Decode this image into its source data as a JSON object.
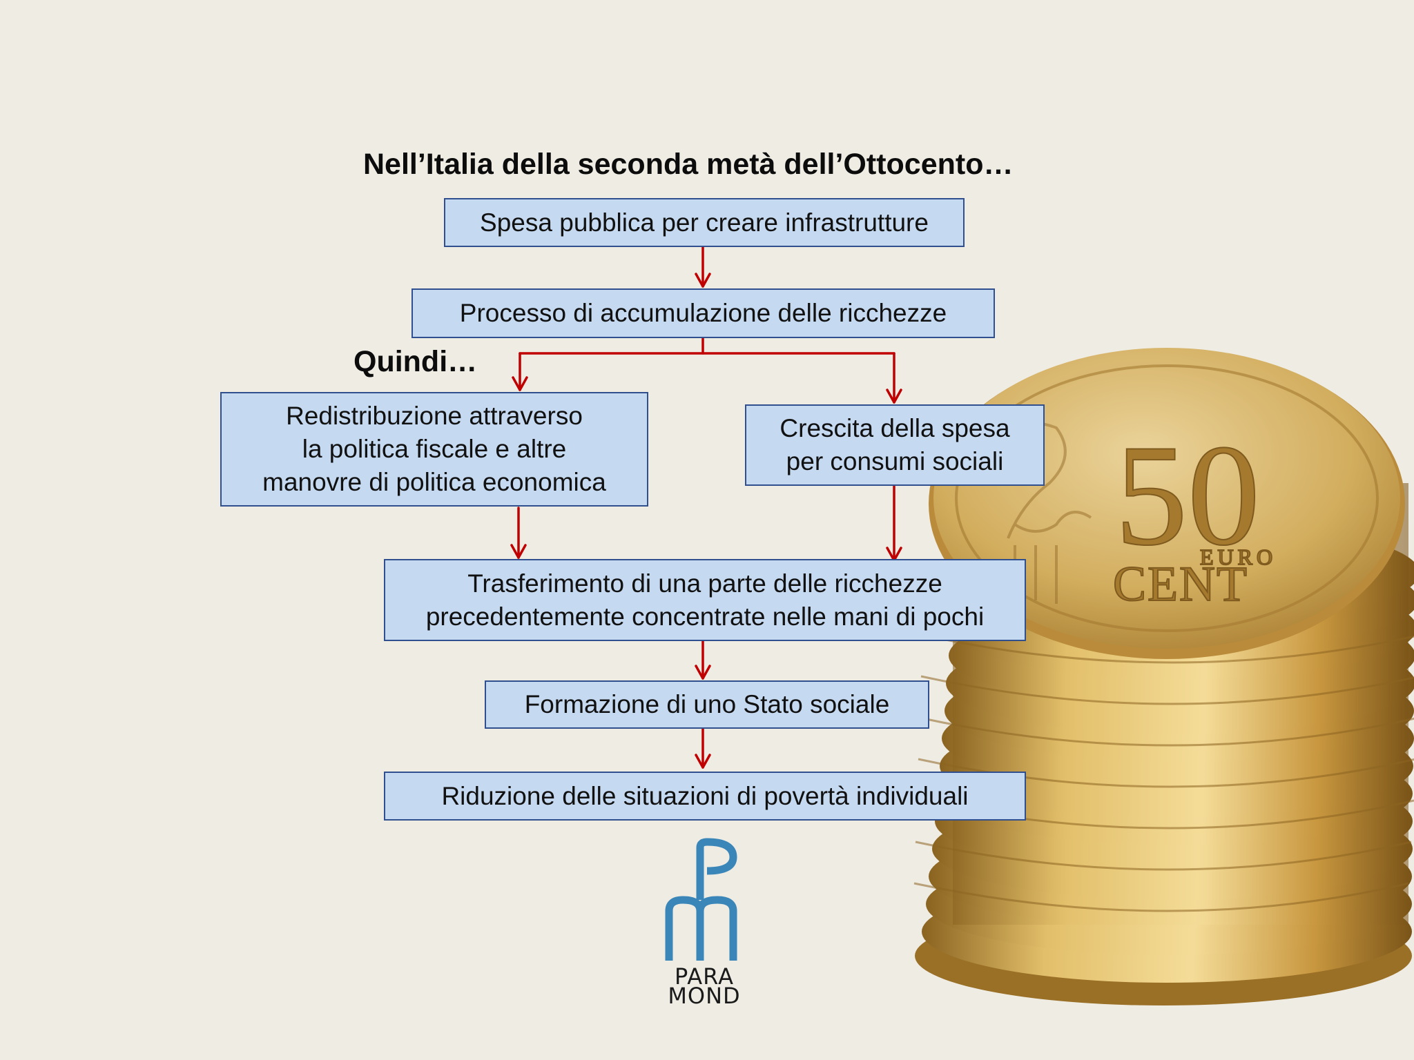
{
  "title": "Nell’Italia della seconda metà dell’Ottocento…",
  "connector_label": "Quindi…",
  "nodes": {
    "spesa": "Spesa pubblica per creare infrastrutture",
    "processo": "Processo di accumulazione delle ricchezze",
    "redistribuzione": [
      "Redistribuzione attraverso",
      "la politica fiscale e altre",
      "manovre di politica economica"
    ],
    "crescita": [
      "Crescita della spesa",
      "per consumi sociali"
    ],
    "trasferimento": [
      "Trasferimento di una parte delle ricchezze",
      "precedentemente concentrate nelle mani di pochi"
    ],
    "formazione": "Formazione di uno Stato sociale",
    "riduzione": "Riduzione delle situazioni di povertà individuali"
  },
  "coin": {
    "value": "50",
    "currency": "EURO",
    "unit": "CENT"
  },
  "logo": {
    "line1": "PARA",
    "line2": "MOND"
  },
  "colors": {
    "background": "#efece4",
    "box_fill": "#c5d9f1",
    "box_border": "#2f4f8f",
    "arrow": "#c00000",
    "logo_blue": "#3a86b8",
    "coin_gold": "#d4aa52"
  }
}
